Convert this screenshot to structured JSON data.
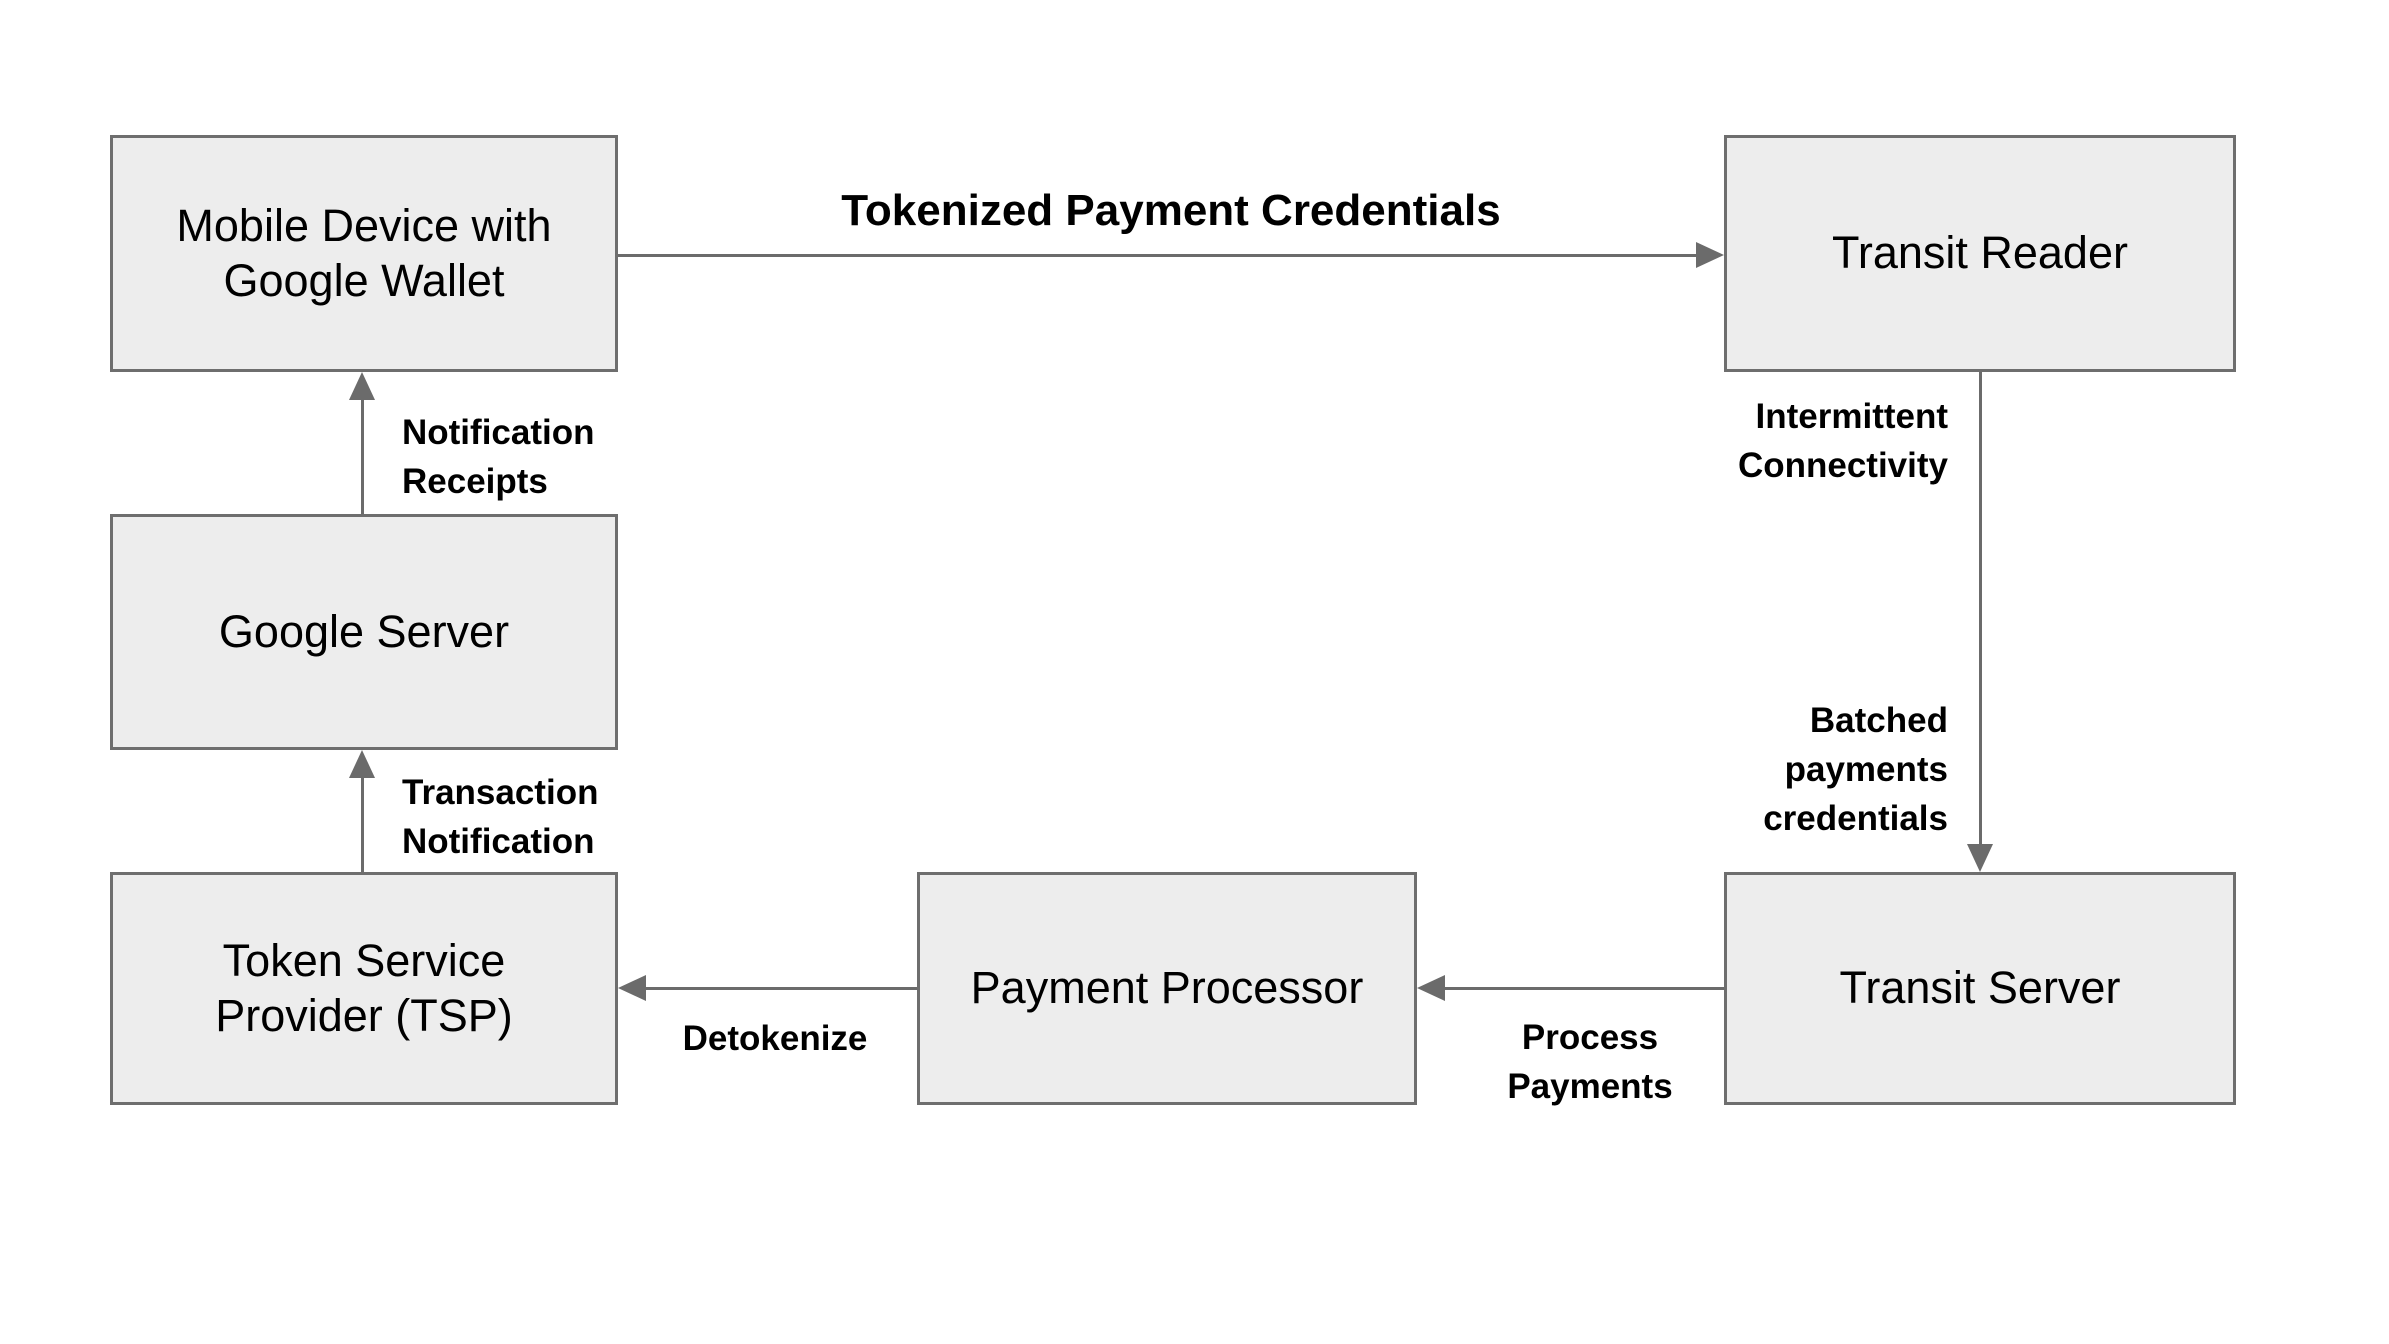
{
  "colors": {
    "background": "#ffffff",
    "node_fill": "#ededed",
    "node_border": "#6e6e6e",
    "arrow": "#6b6b6b",
    "text": "#000000"
  },
  "nodes": {
    "mobile": {
      "label": "Mobile Device with\nGoogle Wallet"
    },
    "reader": {
      "label": "Transit Reader"
    },
    "google": {
      "label": "Google Server"
    },
    "tsp": {
      "label": "Token Service\nProvider (TSP)"
    },
    "processor": {
      "label": "Payment Processor"
    },
    "server": {
      "label": "Transit Server"
    }
  },
  "edges": {
    "tokenized": {
      "from": "mobile",
      "to": "reader",
      "label": "Tokenized Payment Credentials"
    },
    "connectivity": {
      "from": "reader",
      "to": "server",
      "label_upper": "Intermittent\nConnectivity",
      "label_lower": "Batched\npayments\ncredentials"
    },
    "process": {
      "from": "server",
      "to": "processor",
      "label": "Process\nPayments"
    },
    "detokenize": {
      "from": "processor",
      "to": "tsp",
      "label": "Detokenize"
    },
    "transaction": {
      "from": "tsp",
      "to": "google",
      "label": "Transaction\nNotification"
    },
    "notification": {
      "from": "google",
      "to": "mobile",
      "label": "Notification\nReceipts"
    }
  }
}
